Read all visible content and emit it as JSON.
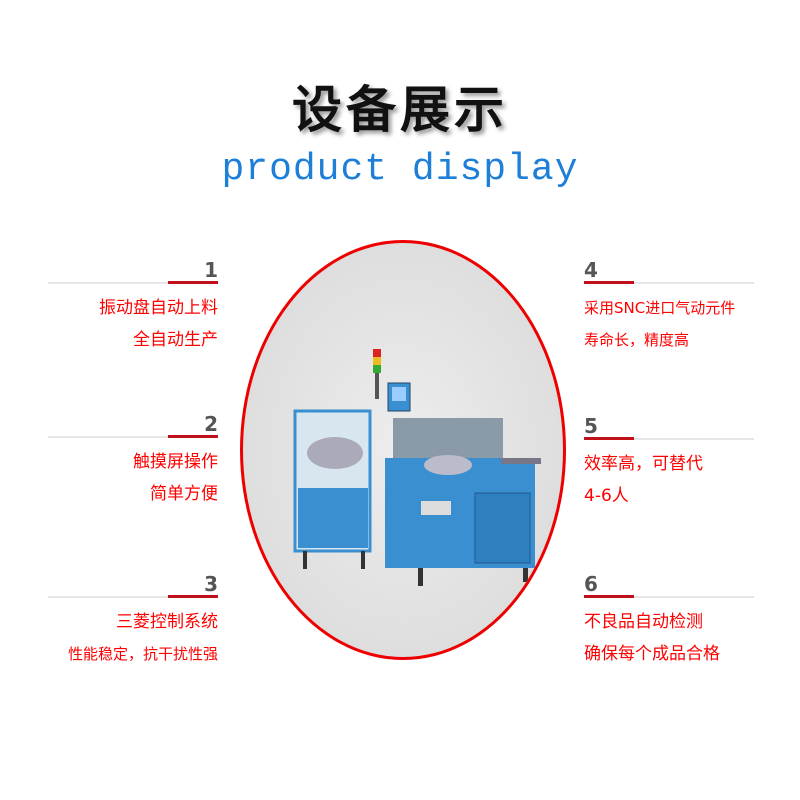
{
  "header": {
    "title": "设备展示",
    "subtitle": "product display"
  },
  "features_left": [
    {
      "number": "1",
      "lines": [
        "振动盘自动上料",
        "全自动生产"
      ]
    },
    {
      "number": "2",
      "lines": [
        "触摸屏操作",
        "简单方便"
      ]
    },
    {
      "number": "3",
      "lines": [
        "三菱控制系统",
        "性能稳定，抗干扰性强"
      ]
    }
  ],
  "features_right": [
    {
      "number": "4",
      "lines": [
        "采用SNC进口气动元件",
        "寿命长，精度高"
      ]
    },
    {
      "number": "5",
      "lines": [
        "效率高，可替代",
        "4-6人"
      ]
    },
    {
      "number": "6",
      "lines": [
        "不良品自动检测",
        "确保每个成品合格"
      ]
    }
  ],
  "colors": {
    "accent": "#ff0000",
    "subtitle": "#1e7fd8",
    "machine": "#3a8fd0"
  }
}
